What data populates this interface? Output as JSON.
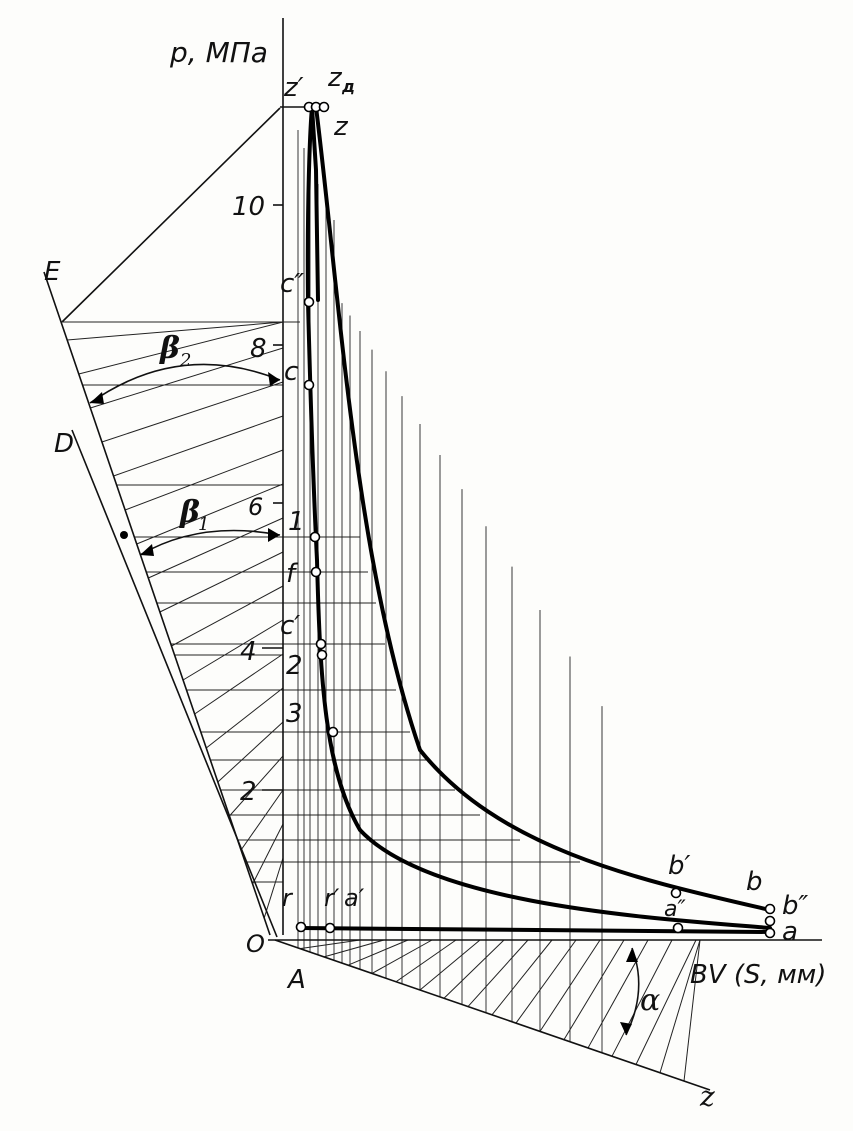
{
  "axes": {
    "y_label": "p, МПа",
    "x_label": "BV (S, мм)",
    "origin_label": "O",
    "y_ticks": [
      "2",
      "4",
      "6",
      "8",
      "10"
    ]
  },
  "labels": {
    "E": "E",
    "D": "D",
    "A": "A",
    "z_line": "z",
    "beta1": "β",
    "beta1_sub": "1",
    "beta2": "β",
    "beta2_sub": "2",
    "alpha": "α"
  },
  "points": {
    "z_prime": "z′",
    "z_d": "z",
    "z_d_sub": "д",
    "z": "z",
    "c_dprime": "c″",
    "c": "c",
    "p1": "1",
    "f": "f",
    "c_prime": "c′",
    "p2": "2",
    "p3": "3",
    "b_prime": "b′",
    "b": "b",
    "b_dprime": "b″",
    "a_dprime": "a″",
    "a": "a",
    "r": "r",
    "r_prime": "r′",
    "a_prime": "a′"
  }
}
